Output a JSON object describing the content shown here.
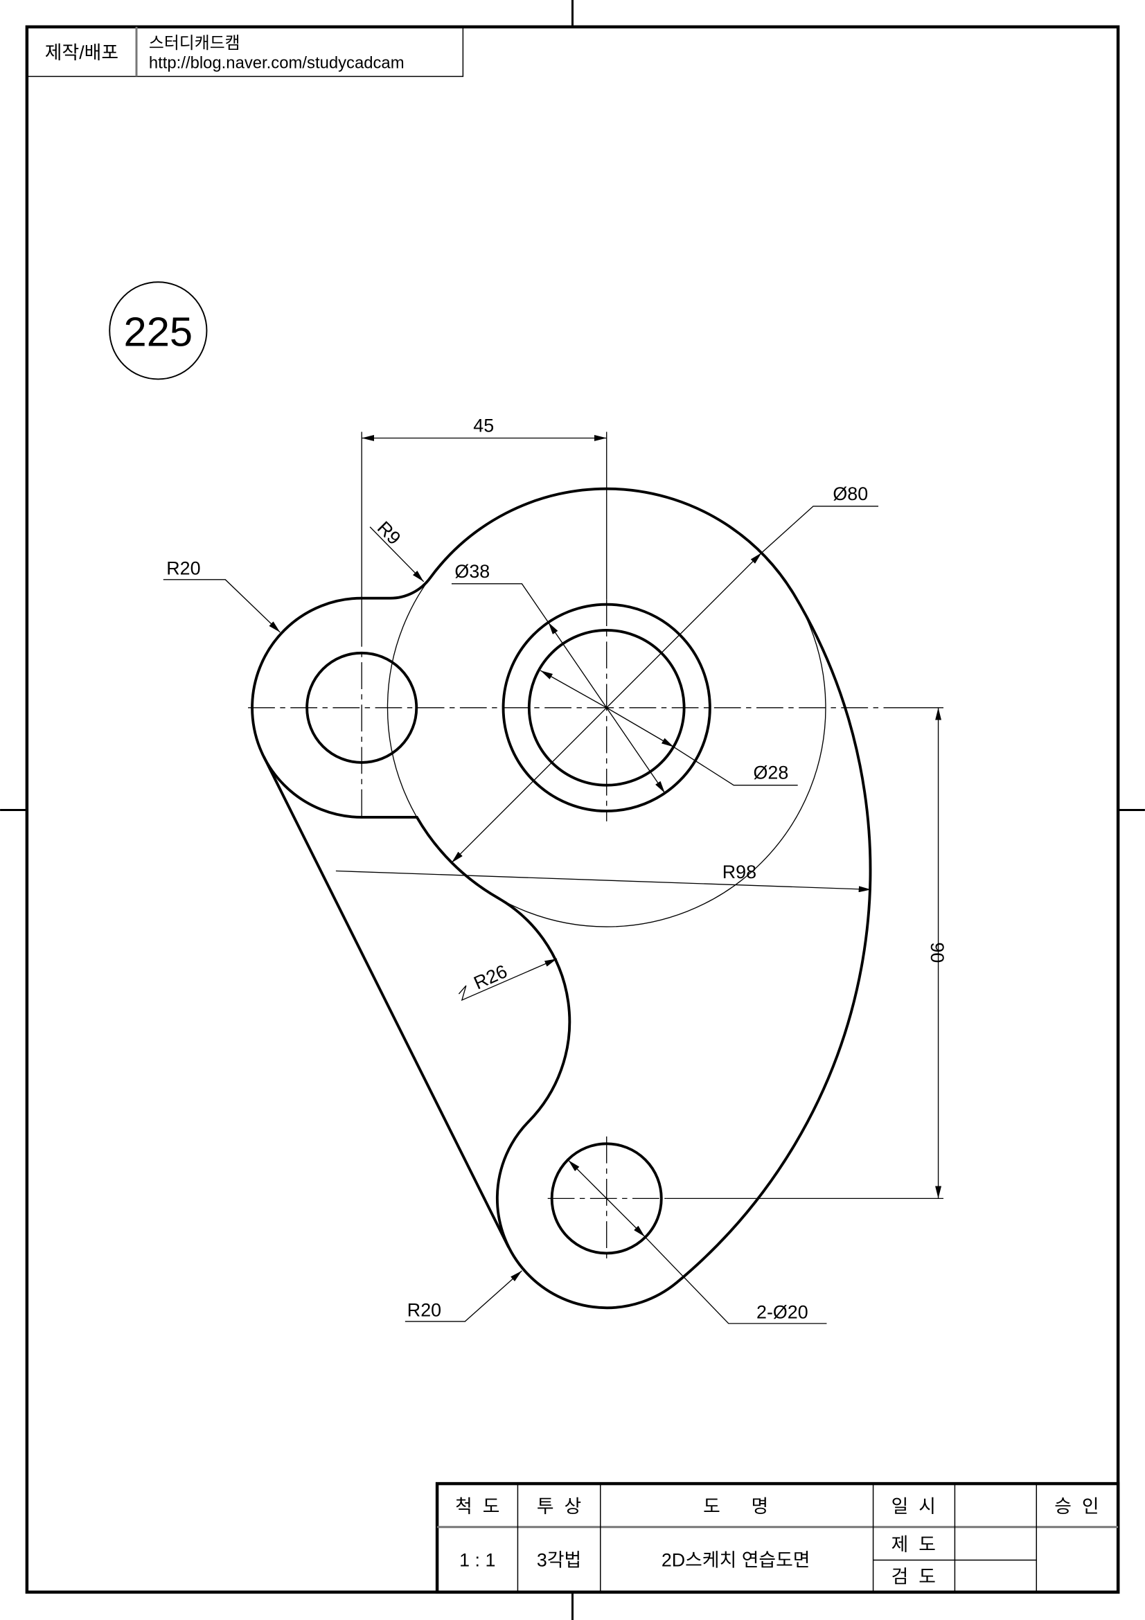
{
  "header": {
    "label": "제작/배포",
    "author": "스터디캐드캠",
    "url": "http://blog.naver.com/studycadcam"
  },
  "drawing_number": "225",
  "dimensions": {
    "d45": "45",
    "r9": "R9",
    "r20_top": "R20",
    "dia38": "Ø38",
    "dia80": "Ø80",
    "dia28": "Ø28",
    "r98": "R98",
    "r26": "R26",
    "d90": "90",
    "r20_bottom": "R20",
    "holes": "2-Ø20"
  },
  "title_block": {
    "scale_label": "척  도",
    "projection_label": "투  상",
    "name_label": "도      명",
    "date_label": "일  시",
    "approval_label": "승  인",
    "scale_value": "1 : 1",
    "projection_value": "3각법",
    "name_value": "2D스케치 연습도면",
    "drawn_label": "제  도",
    "checked_label": "검  도"
  }
}
